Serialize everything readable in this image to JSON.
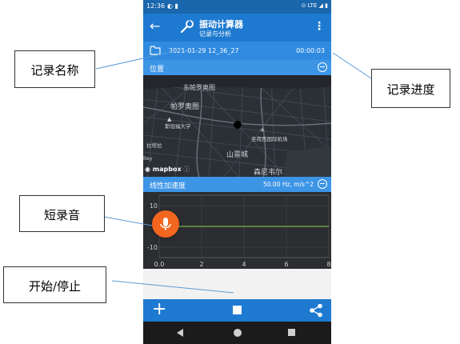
{
  "status_bar": {
    "time": "12:36",
    "network": "LTE"
  },
  "app_bar": {
    "title": "振动计算器",
    "subtitle": "记录与分析"
  },
  "recording": {
    "name": "2021-01-29 12_36_27",
    "progress": "00:00:03"
  },
  "location_section": {
    "label": "位置"
  },
  "map": {
    "labels": [
      "东帕罗奥图",
      "帕罗奥图",
      "斯坦福大学",
      "圣荷西国际机场",
      "拉塔拉",
      "山景城",
      "森尼韦尔",
      "lley"
    ],
    "attribution": "mapbox"
  },
  "accel_section": {
    "label": "线性加速度",
    "info": "50.00 Hz, m/s^2"
  },
  "chart_data": {
    "type": "line",
    "x_ticks": [
      "0.0",
      "2",
      "4",
      "6",
      "8"
    ],
    "y_ticks": [
      "10",
      "0",
      "-10"
    ],
    "xlim": [
      0,
      8
    ],
    "ylim": [
      -15,
      15
    ],
    "series": [
      {
        "x": [
          0,
          8
        ],
        "values": [
          0,
          0
        ],
        "color": "#7ab648"
      }
    ],
    "grid": true
  },
  "callouts": {
    "record_name": "记录名称",
    "record_progress": "记录进度",
    "short_audio": "短录音",
    "start_stop": "开始/停止"
  },
  "colors": {
    "primary": "#1e7ad0",
    "mic_button": "#f2661f",
    "series": "#7ab648"
  }
}
